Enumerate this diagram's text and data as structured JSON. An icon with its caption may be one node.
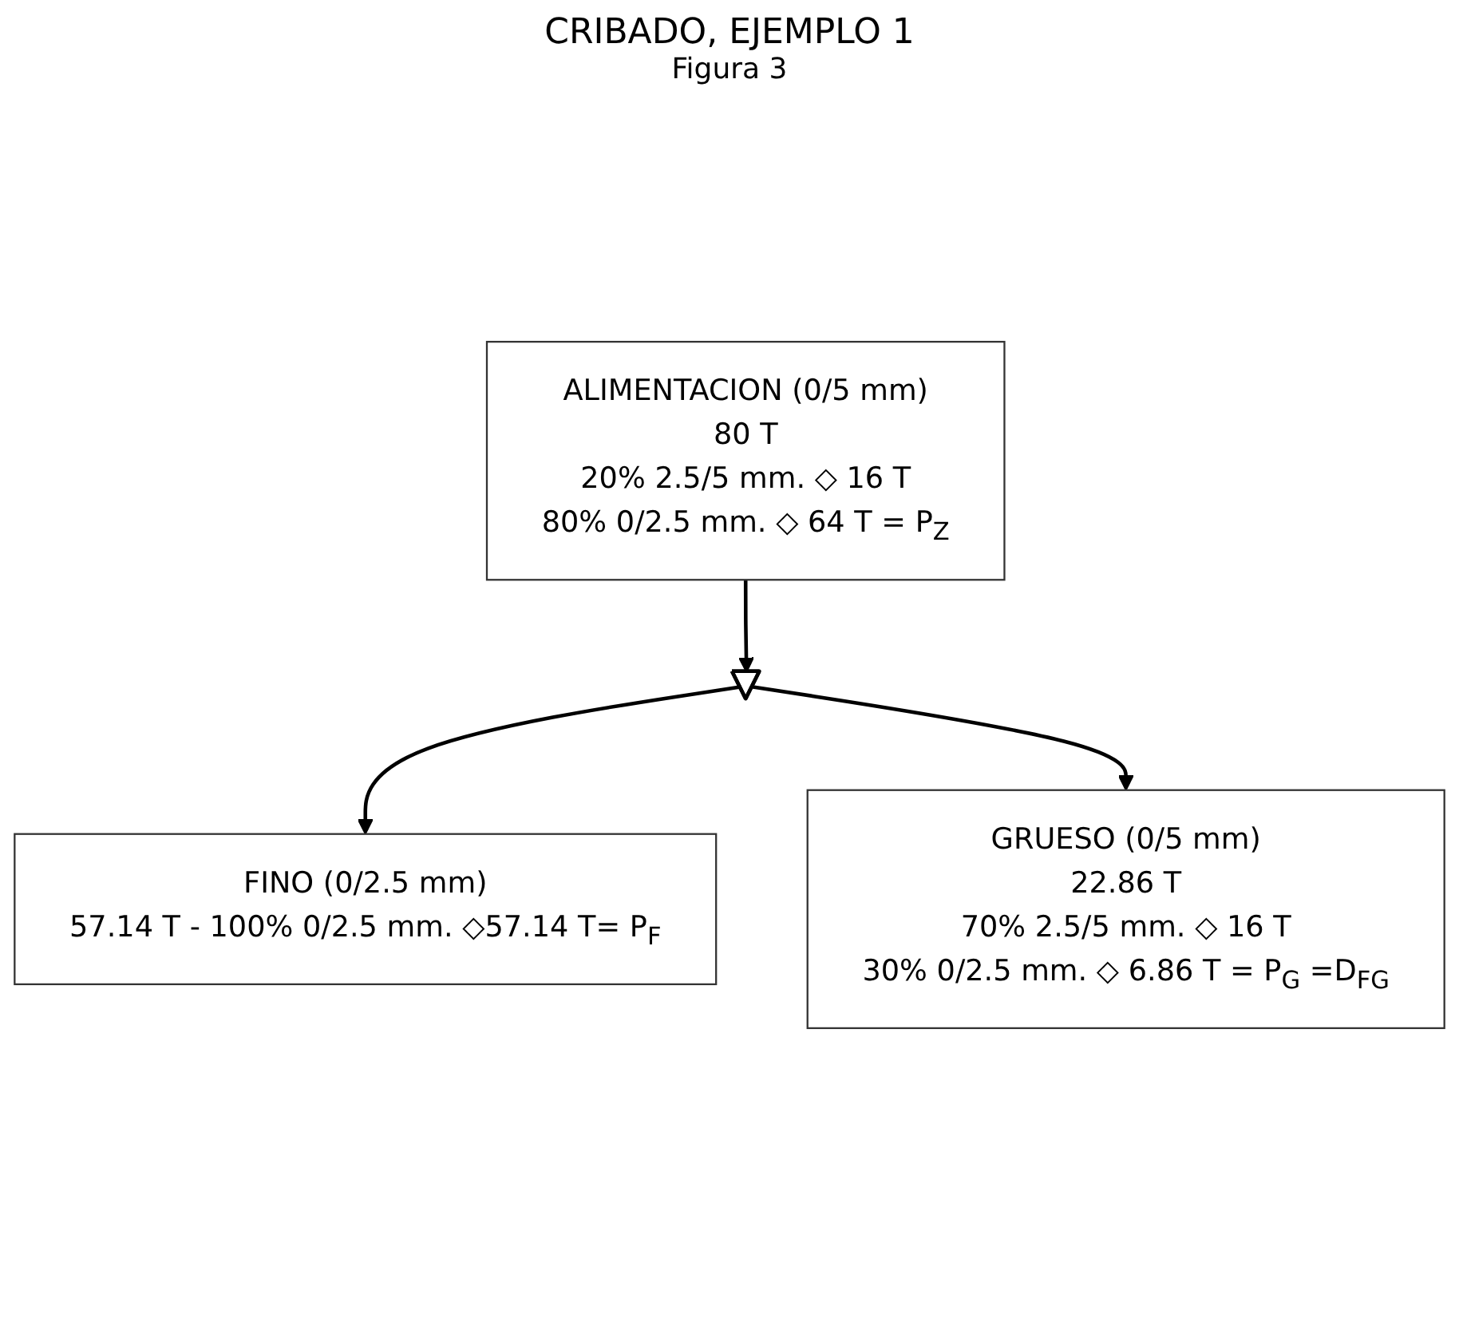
{
  "diagram": {
    "title": "CRIBADO, EJEMPLO 1",
    "nodes": [
      {
        "text": [
          "ALIMENTACION (0/5 mm)",
          "80 T",
          "20% 2.5/5 mm. ◇ 16 T",
          "80% 0/2.5 mm. ◇ 64 T = P$_{Z}$"
        ]
      },
      {
        "text": [],
        "shape": "triangle"
      },
      {
        "text": [
          "FINO (0/2.5 mm)",
          "57.14 T - 100% 0/2.5 mm. ◇57.14 T= P$_{F}$"
        ]
      },
      {
        "text": [
          "GRUESO (0/5 mm)",
          "22.86 T",
          "70% 2.5/5 mm. ◇ 16 T",
          "30% 0/2.5 mm. ◇ 6.86 T = P$_{G}$ =D$_{FG}$"
        ]
      }
    ],
    "edges": [
      {
        "from": 0,
        "to": 1,
        "arrow": "to"
      },
      {
        "from": 1,
        "to": 2,
        "arrow": "to"
      },
      {
        "from": 1,
        "to": 3,
        "arrow": "to"
      }
    ],
    "labels": [
      "Figura 3"
    ]
  }
}
